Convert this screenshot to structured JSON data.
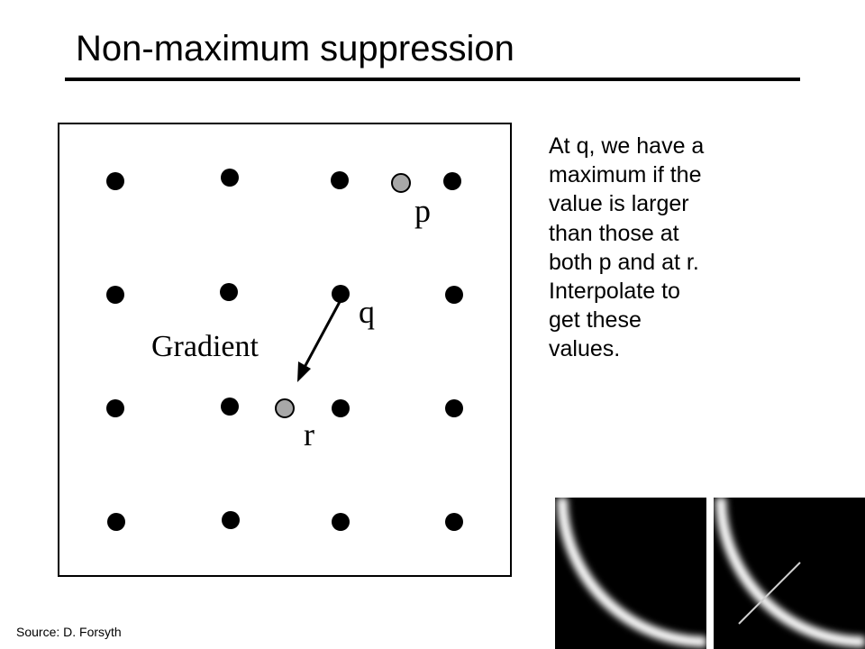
{
  "slide": {
    "title": "Non-maximum suppression",
    "body": "At q, we have a\nmaximum if the\nvalue is larger\nthan those at\nboth p and at r.\nInterpolate to\nget these\nvalues.",
    "source": "Source: D. Forsyth"
  },
  "diagram": {
    "labels": {
      "p": "p",
      "q": "q",
      "r": "r",
      "gradient": "Gradient"
    },
    "colors": {
      "pixel": "#000000",
      "interpolated_point": "#a8a8a8",
      "frame": "#000000"
    }
  },
  "thumbnails": [
    {
      "name": "edge-magnitude-image",
      "shows_gradient_line": false
    },
    {
      "name": "edge-magnitude-image-with-gradient-line",
      "shows_gradient_line": true
    }
  ]
}
